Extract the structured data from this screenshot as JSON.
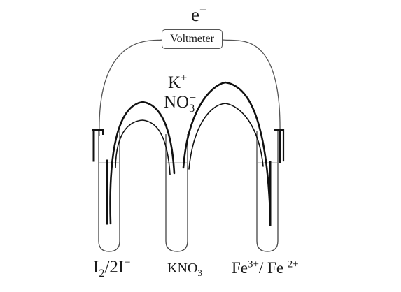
{
  "electron_label": {
    "base": "e",
    "sup": "−"
  },
  "voltmeter": {
    "label": "Voltmeter"
  },
  "salt_bridge_ions": {
    "cation": {
      "base": "K",
      "sup": "+"
    },
    "anion": {
      "base": "NO",
      "sub": "3",
      "sup": "−"
    }
  },
  "tubes": [
    {
      "label": {
        "part1": "I",
        "sub": "2",
        "part2": "/2I",
        "sup": "−"
      }
    },
    {
      "label": {
        "base": "KNO",
        "sub": "3"
      }
    },
    {
      "label": {
        "part1": "Fe",
        "sup1": "3+",
        "part2": "/ Fe ",
        "sup2": "2+"
      }
    }
  ],
  "colors": {
    "ink": "#1a1a1a",
    "wire": "#555555",
    "background": "#ffffff"
  }
}
